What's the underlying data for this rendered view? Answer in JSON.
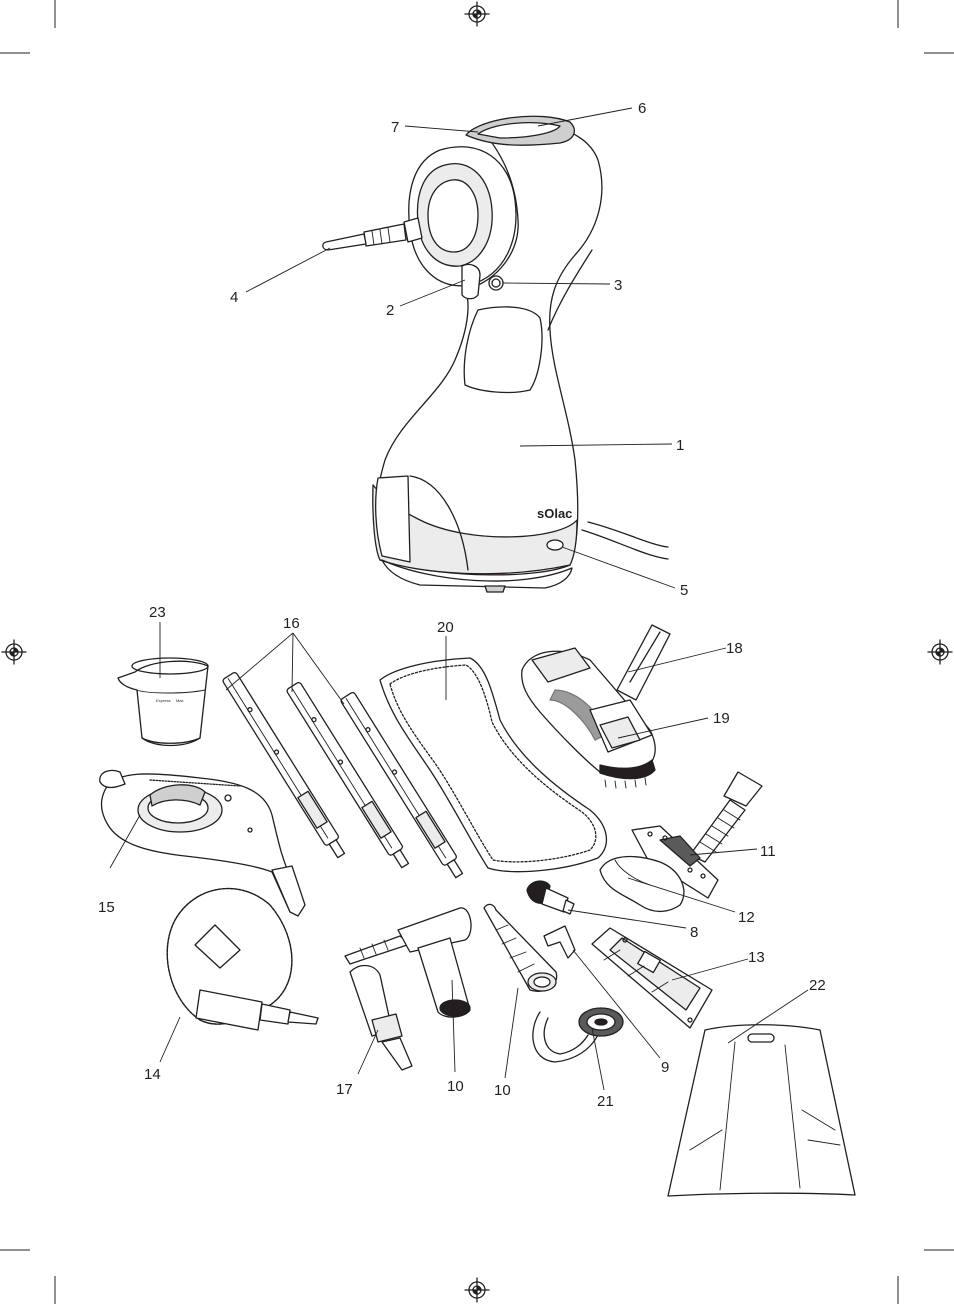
{
  "brand": "sOlac",
  "jug_marks": [
    "Express",
    "Max"
  ],
  "callouts": [
    "1",
    "2",
    "3",
    "4",
    "5",
    "6",
    "7",
    "8",
    "9",
    "10",
    "10",
    "11",
    "12",
    "13",
    "14",
    "15",
    "16",
    "17",
    "18",
    "19",
    "20",
    "21",
    "22",
    "23"
  ],
  "colors": {
    "ink": "#231f20",
    "paper": "#ffffff",
    "shade": "#cfcfcf"
  },
  "icons": [
    "registration-mark-icon"
  ]
}
